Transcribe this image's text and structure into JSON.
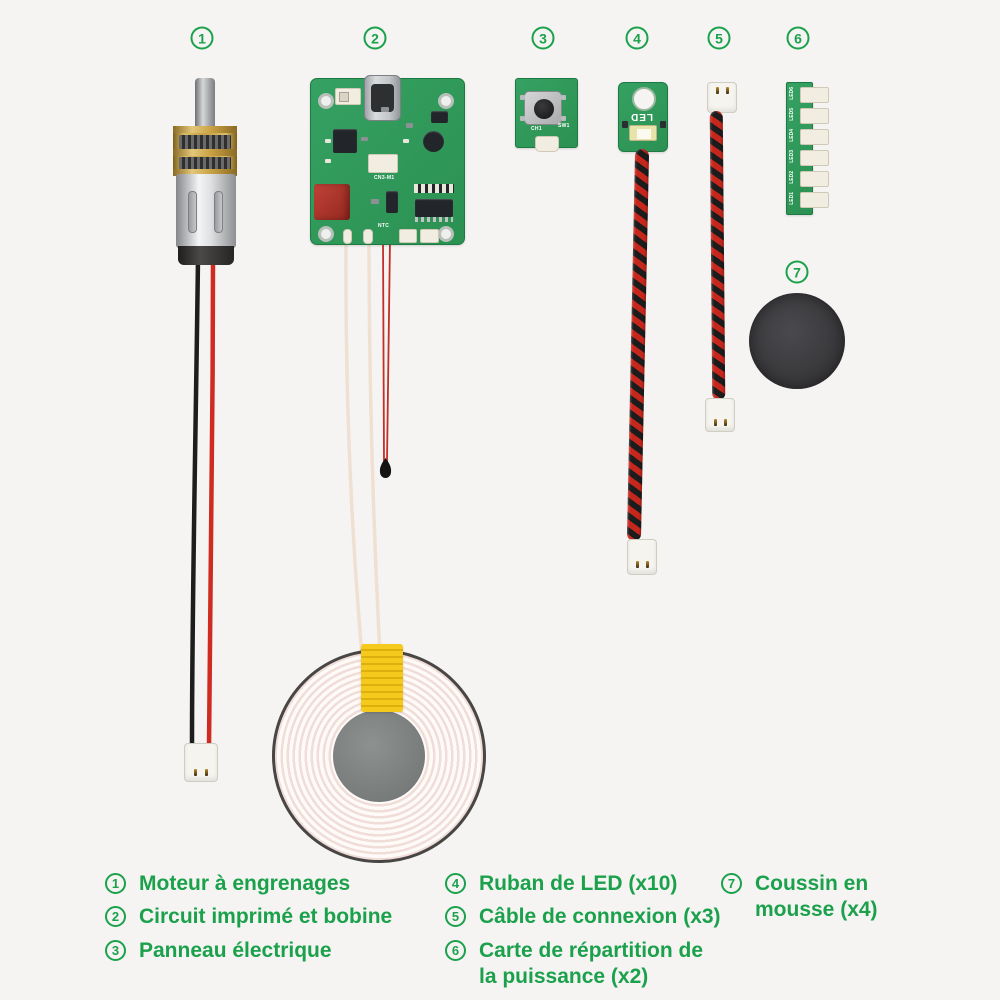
{
  "figure": {
    "background": "#f5f4f2",
    "accent": "#1ba14c"
  },
  "callouts": [
    {
      "num": "1"
    },
    {
      "num": "2"
    },
    {
      "num": "3"
    },
    {
      "num": "4"
    },
    {
      "num": "5"
    },
    {
      "num": "6"
    },
    {
      "num": "7"
    }
  ],
  "legend": {
    "col1": [
      {
        "num": "1",
        "label": "Moteur à engrenages"
      },
      {
        "num": "2",
        "label": "Circuit imprimé et bobine"
      },
      {
        "num": "3",
        "label": "Panneau électrique"
      }
    ],
    "col2": [
      {
        "num": "4",
        "label": "Ruban de LED (x10)"
      },
      {
        "num": "5",
        "label": "Câble de connexion (x3)"
      },
      {
        "num": "6",
        "label": "Carte de répartition de la puissance (x2)"
      }
    ],
    "col3": [
      {
        "num": "7",
        "label": "Coussin en mousse (x4)"
      }
    ]
  },
  "silkscreen": {
    "main_board": {
      "connector_label": "CN3-M1",
      "ntc_label": "NTC"
    },
    "button_board": {
      "left": "CH1",
      "right": "SW1"
    },
    "led_module": {
      "label": "LED"
    },
    "power_board": [
      "LED1",
      "LED2",
      "LED3",
      "LED4",
      "LED5",
      "LED6"
    ]
  }
}
